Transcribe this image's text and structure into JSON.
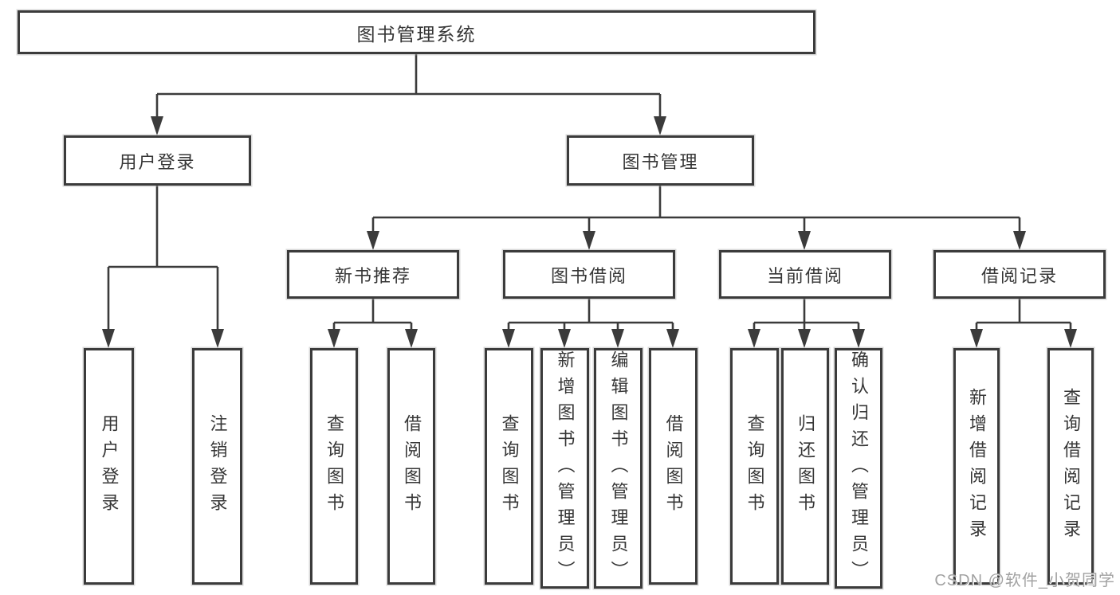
{
  "chart": {
    "root": {
      "label": "图书管理系统"
    },
    "branches": [
      {
        "label": "用户登录",
        "leaves": [
          {
            "label": "用户登录"
          },
          {
            "label": "注销登录"
          }
        ]
      },
      {
        "label": "图书管理",
        "groups": [
          {
            "label": "新书推荐",
            "leaves": [
              {
                "label": "查询图书"
              },
              {
                "label": "借阅图书"
              }
            ]
          },
          {
            "label": "图书借阅",
            "leaves": [
              {
                "label": "查询图书"
              },
              {
                "label": "新增图书（管理员）"
              },
              {
                "label": "编辑图书（管理员）"
              },
              {
                "label": "借阅图书"
              }
            ]
          },
          {
            "label": "当前借阅",
            "leaves": [
              {
                "label": "查询图书"
              },
              {
                "label": "归还图书"
              },
              {
                "label": "确认归还（管理员）"
              }
            ]
          },
          {
            "label": "借阅记录",
            "leaves": [
              {
                "label": "新增借阅记录"
              },
              {
                "label": "查询借阅记录"
              }
            ]
          }
        ]
      }
    ]
  },
  "watermark": {
    "text": "CSDN @软件_小贺同学"
  },
  "colors": {
    "line": "#3b3b3b",
    "text": "#363636",
    "box_background": "#ffffff",
    "page_background": "#ffffff",
    "watermark": "#a2a2a2"
  }
}
